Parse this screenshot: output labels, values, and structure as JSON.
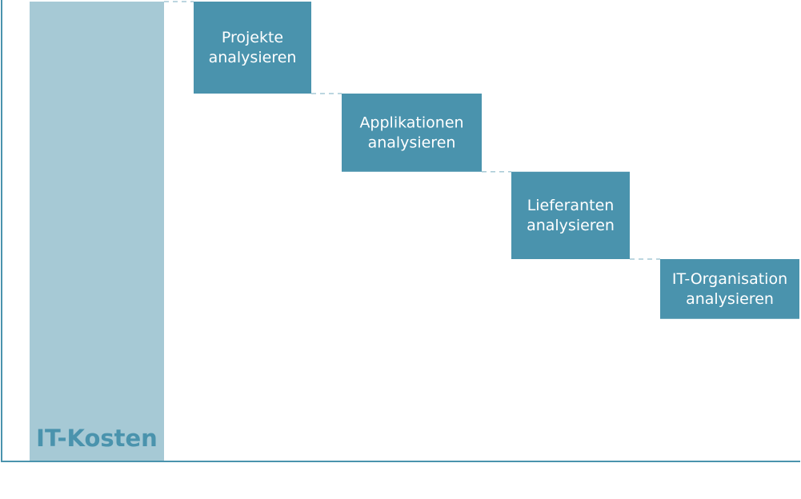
{
  "chart_data": {
    "type": "bar",
    "subtype": "waterfall",
    "title": "",
    "xlabel": "",
    "ylabel": "",
    "grid": false,
    "total": {
      "label": "IT-Kosten",
      "value": 100,
      "color": "#a6c9d5",
      "label_color": "#4a93ad"
    },
    "steps": [
      {
        "label_lines": [
          "Projekte",
          "analysieren"
        ],
        "start": 100,
        "end": 80
      },
      {
        "label_lines": [
          "Applikationen",
          "analysieren"
        ],
        "start": 80,
        "end": 63
      },
      {
        "label_lines": [
          "Lieferanten",
          "analysieren"
        ],
        "start": 63,
        "end": 44
      },
      {
        "label_lines": [
          "IT-Organisation",
          "analysieren"
        ],
        "start": 44,
        "end": 31
      }
    ],
    "ylim": [
      0,
      100
    ],
    "colors": {
      "step": "#4a93ad",
      "axis": "#4a93ad",
      "connector": "#a6c9d5",
      "step_text": "#ffffff"
    }
  }
}
